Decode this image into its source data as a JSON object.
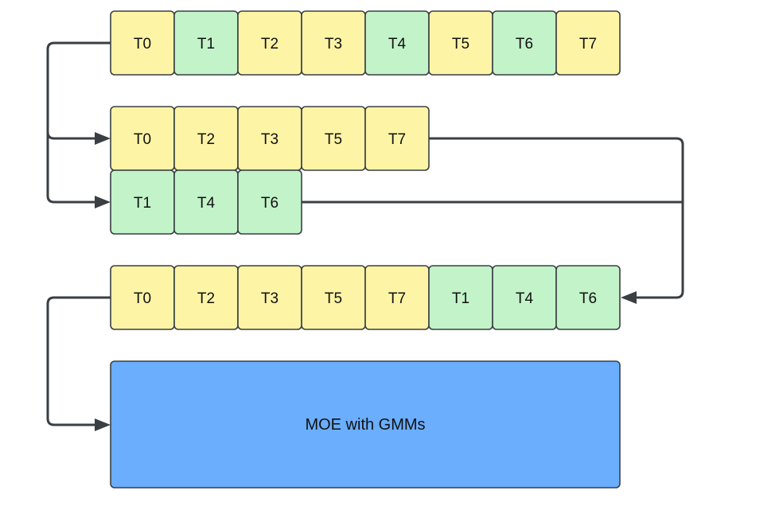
{
  "colors": {
    "yellow": "#fdf4a6",
    "green": "#c3f3c9",
    "blue": "#6aaefd",
    "stroke": "#3a3f44"
  },
  "rows": {
    "input": {
      "name": "input-token-row",
      "tokens": [
        {
          "label": "T0",
          "group": "yellow"
        },
        {
          "label": "T1",
          "group": "green"
        },
        {
          "label": "T2",
          "group": "yellow"
        },
        {
          "label": "T3",
          "group": "yellow"
        },
        {
          "label": "T4",
          "group": "green"
        },
        {
          "label": "T5",
          "group": "yellow"
        },
        {
          "label": "T6",
          "group": "green"
        },
        {
          "label": "T7",
          "group": "yellow"
        }
      ]
    },
    "yellow_group": {
      "name": "yellow-group-row",
      "tokens": [
        {
          "label": "T0",
          "group": "yellow"
        },
        {
          "label": "T2",
          "group": "yellow"
        },
        {
          "label": "T3",
          "group": "yellow"
        },
        {
          "label": "T5",
          "group": "yellow"
        },
        {
          "label": "T7",
          "group": "yellow"
        }
      ]
    },
    "green_group": {
      "name": "green-group-row",
      "tokens": [
        {
          "label": "T1",
          "group": "green"
        },
        {
          "label": "T4",
          "group": "green"
        },
        {
          "label": "T6",
          "group": "green"
        }
      ]
    },
    "sorted": {
      "name": "sorted-token-row",
      "tokens": [
        {
          "label": "T0",
          "group": "yellow"
        },
        {
          "label": "T2",
          "group": "yellow"
        },
        {
          "label": "T3",
          "group": "yellow"
        },
        {
          "label": "T5",
          "group": "yellow"
        },
        {
          "label": "T7",
          "group": "yellow"
        },
        {
          "label": "T1",
          "group": "green"
        },
        {
          "label": "T4",
          "group": "green"
        },
        {
          "label": "T6",
          "group": "green"
        }
      ]
    }
  },
  "moe_block": {
    "label": "MOE with GMMs"
  }
}
